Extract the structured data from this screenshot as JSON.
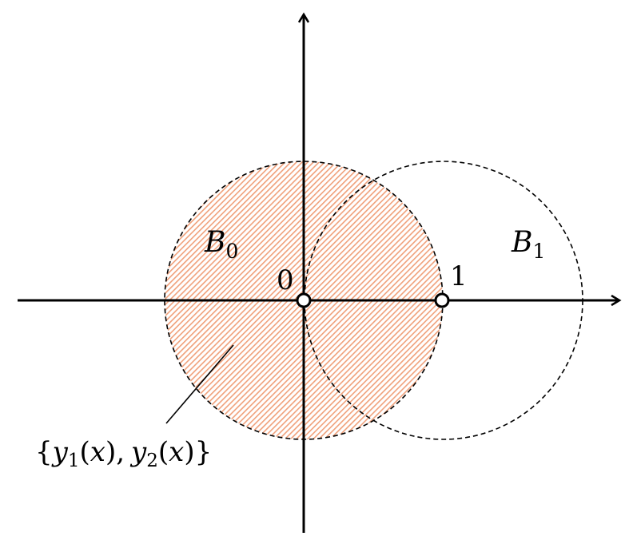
{
  "diagram": {
    "region_B0": {
      "name": "B",
      "subscript": "0"
    },
    "region_B1": {
      "name": "B",
      "subscript": "1"
    },
    "point_origin": {
      "label": "0"
    },
    "point_one": {
      "label": "1"
    },
    "set_label": {
      "open_brace": "{",
      "y1_name": "y",
      "y1_sub": "1",
      "y1_arg": "(",
      "y1_var": "x",
      "y1_close": "),",
      "y2_name": "y",
      "y2_sub": "2",
      "y2_arg": "(",
      "y2_var": "x",
      "y2_close": ")",
      "close_brace": "}"
    },
    "colors": {
      "hatch": "#f0a07a",
      "axis": "#000000",
      "circle_outline": "#000000"
    }
  }
}
